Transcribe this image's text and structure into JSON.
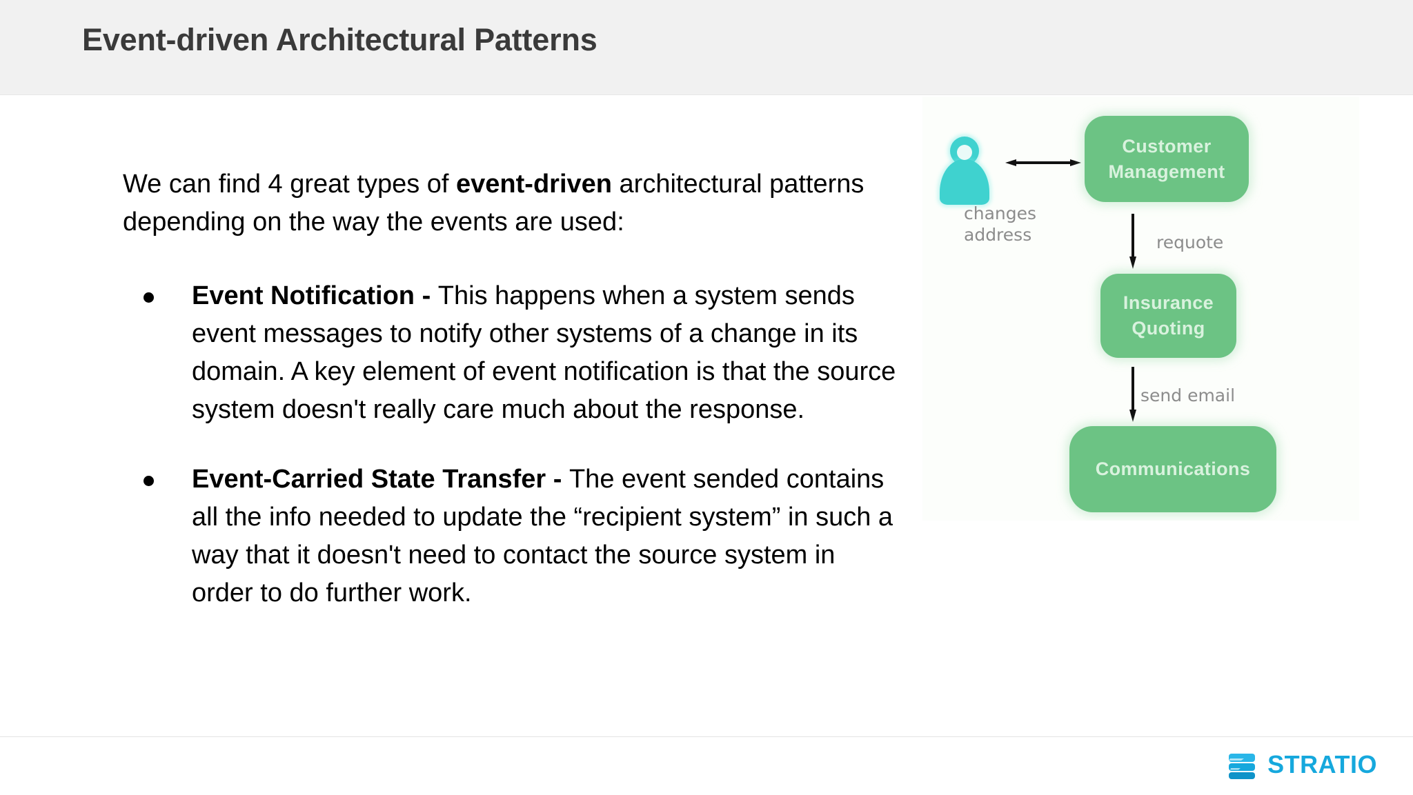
{
  "header": {
    "title": "Event-driven Architectural Patterns"
  },
  "main": {
    "intro_before": "We can find 4 great types of ",
    "intro_bold": "event-driven",
    "intro_after": " architectural patterns depending on the way the events are used:",
    "bullets": [
      {
        "lead": "Event Notification - ",
        "text": "This happens when a system sends event messages to notify other systems of a change in its domain. A key element of event notification is that the source system doesn't really care much about the response."
      },
      {
        "lead": "Event-Carried State Transfer - ",
        "text": "The event sended contains all the info needed to update the “recipient system”  in such a way that it doesn't need to contact the source system in order to do further work."
      }
    ]
  },
  "diagram": {
    "person_icon": "user-person-icon",
    "boxes": [
      {
        "label": "Customer\nManagement"
      },
      {
        "label": "Insurance\nQuoting"
      },
      {
        "label": "Communications"
      }
    ],
    "labels": [
      {
        "text": "changes\naddress"
      },
      {
        "text": "requote"
      },
      {
        "text": "send email"
      }
    ],
    "colors": {
      "box_fill": "#6cc384",
      "box_text": "#d9f2de",
      "person": "#3fd2cf",
      "label_text": "#8c8c8c",
      "canvas": "#fcfefb"
    }
  },
  "footer": {
    "logo_text": "STRATIO",
    "logo_color": "#16a8dd"
  }
}
